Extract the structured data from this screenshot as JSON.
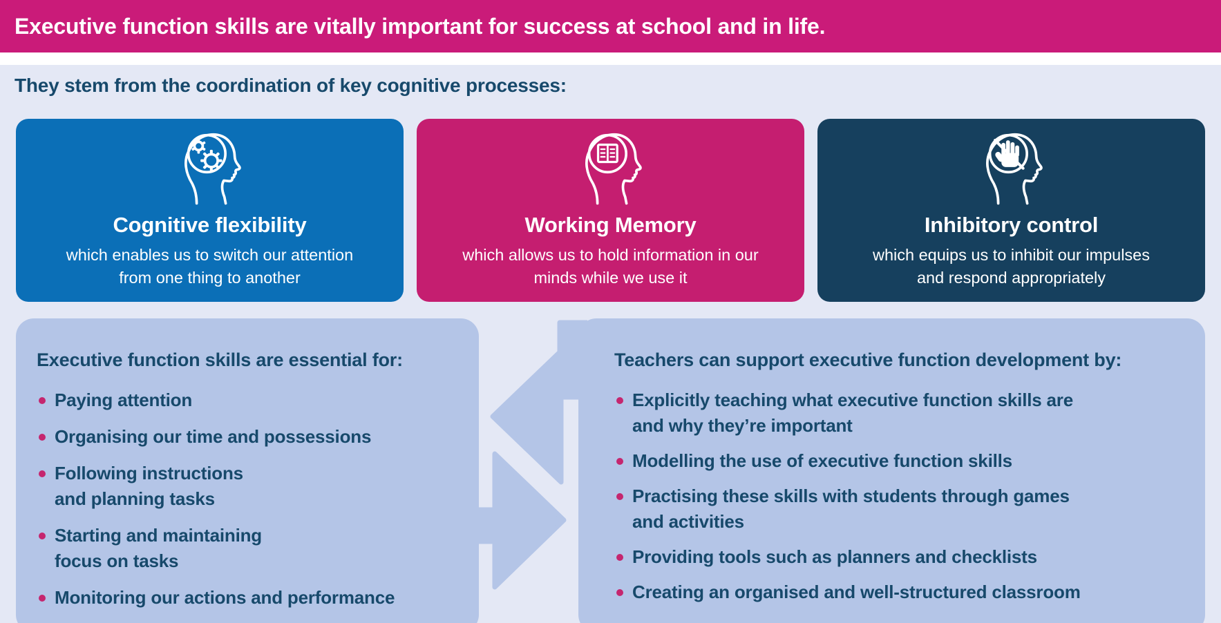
{
  "colors": {
    "banner_pink": "#CA1B79",
    "card_blue": "#0B6FB7",
    "card_pink": "#C51E70",
    "card_navy": "#16405E",
    "panel_bg": "#B4C5E7",
    "page_bg": "#E4E8F5",
    "text_navy": "#17496B",
    "bullet_dot_pink": "#C5266F",
    "icon_white": "#FFFFFF"
  },
  "banner": {
    "title": "Executive function skills are vitally important for success at school and in life."
  },
  "intro": {
    "text": "They stem from the coordination of key cognitive processes:"
  },
  "cards": [
    {
      "title": "Cognitive flexibility",
      "description": "which enables us to switch our attention\nfrom one thing to another",
      "icon": "head-with-gears"
    },
    {
      "title": "Working Memory",
      "description": "which allows us to hold information in our\nminds while we use it",
      "icon": "head-with-open-book"
    },
    {
      "title": "Inhibitory control",
      "description": "which equips us to inhibit our impulses\nand respond appropriately",
      "icon": "head-with-stop-hand"
    }
  ],
  "left_panel": {
    "heading": "Executive function skills are essential for:",
    "items": [
      "Paying attention",
      "Organising our time and possessions",
      "Following instructions\nand planning tasks",
      "Starting and maintaining\nfocus on tasks",
      "Monitoring our actions and performance"
    ]
  },
  "right_panel": {
    "heading": "Teachers can support executive function development by:",
    "items": [
      "Explicitly teaching what executive function skills are\nand why they’re important",
      "Modelling the use of executive function skills",
      "Practising these skills with students through games\nand activities",
      "Providing tools such as planners and checklists",
      "Creating an organised and well-structured classroom"
    ]
  }
}
